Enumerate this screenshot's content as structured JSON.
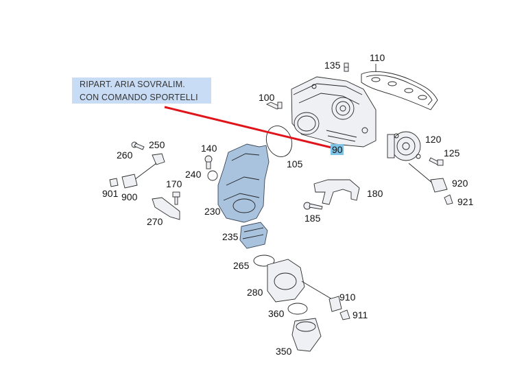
{
  "callout": {
    "line1": "RIPART. ARIA SOVRALIM.",
    "line2": "CON COMANDO SPORTELLI",
    "highlight_color": "#c9dcf5",
    "arrow_color": "#e0141b"
  },
  "highlighted_part": "90",
  "part_numbers": {
    "p110": "110",
    "p135": "135",
    "p100": "100",
    "p120": "120",
    "p125": "125",
    "p90": "90",
    "p105": "105",
    "p260": "260",
    "p250": "250",
    "p140": "140",
    "p240": "240",
    "p170": "170",
    "p901": "901",
    "p900": "900",
    "p270": "270",
    "p230": "230",
    "p180": "180",
    "p185": "185",
    "p920": "920",
    "p921": "921",
    "p235": "235",
    "p265": "265",
    "p280": "280",
    "p910": "910",
    "p911": "911",
    "p360": "360",
    "p350": "350"
  }
}
